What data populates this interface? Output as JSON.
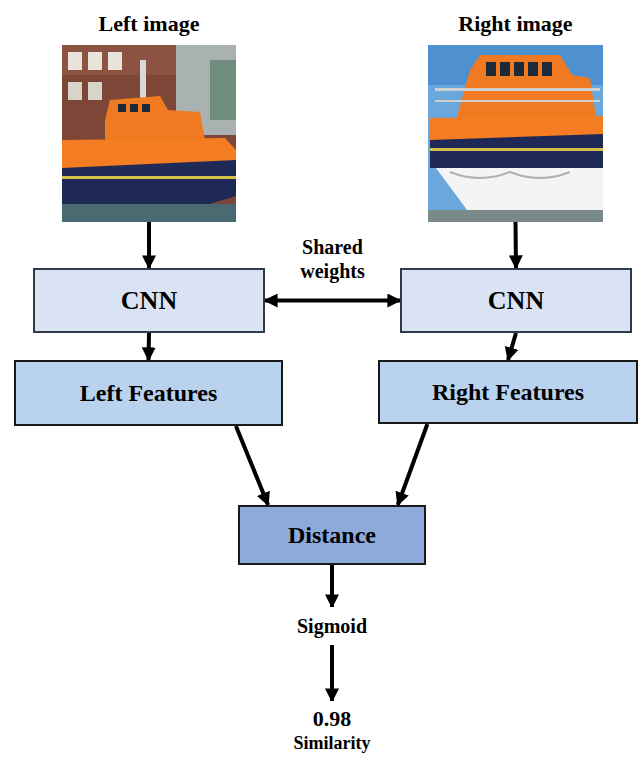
{
  "diagram": {
    "nodes": [
      {
        "text": [
          "Left image"
        ]
      },
      {
        "text": [
          "Right image"
        ]
      },
      {
        "text": [
          "CNN"
        ]
      },
      {
        "text": [
          "CNN"
        ]
      },
      {
        "text": [
          "Left Features"
        ]
      },
      {
        "text": [
          "Right Features"
        ]
      },
      {
        "text": [
          "Distance"
        ]
      },
      {
        "text": [
          "Sigmoid"
        ]
      },
      {
        "text": [
          "0.98",
          "Similarity"
        ]
      }
    ],
    "edges": [
      {
        "from": 0,
        "to": 2,
        "arrow": "to"
      },
      {
        "from": 1,
        "to": 3,
        "arrow": "to"
      },
      {
        "from": 2,
        "to": 3,
        "label": "Shared weights",
        "arrow": "both"
      },
      {
        "from": 2,
        "to": 4,
        "arrow": "to"
      },
      {
        "from": 3,
        "to": 5,
        "arrow": "to"
      },
      {
        "from": 4,
        "to": 6,
        "arrow": "to"
      },
      {
        "from": 5,
        "to": 6,
        "arrow": "to"
      },
      {
        "from": 6,
        "to": 7,
        "arrow": "to"
      },
      {
        "from": 7,
        "to": 8,
        "arrow": "to"
      }
    ]
  }
}
